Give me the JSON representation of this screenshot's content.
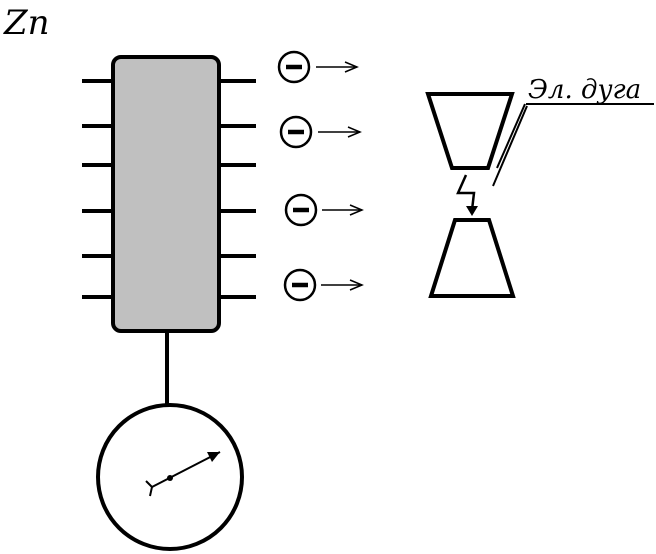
{
  "plate_label": "Zn",
  "arc_label": "Эл. дуга",
  "electron_count": 4,
  "plate_color": "#c0c0c0",
  "stroke_color": "#000000",
  "icons": {
    "electron": "minus-circle-icon",
    "arrow": "arrow-right-icon",
    "spark": "zigzag-spark-icon",
    "meter": "gauge-icon"
  }
}
